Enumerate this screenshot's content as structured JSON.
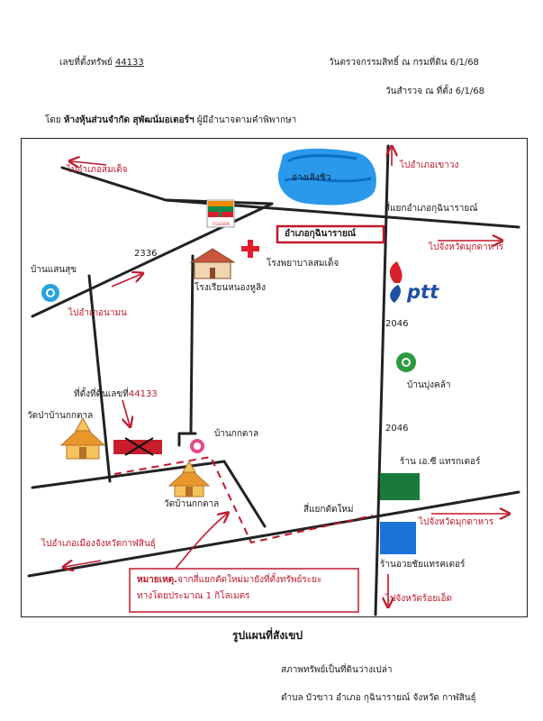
{
  "header": {
    "asset_label": "เลขที่ตั้งทรัพย์",
    "asset_number": "44133",
    "inspection_date": "วันตรวจกรรมสิทธิ์ ณ กรมที่ดิน 6/1/68",
    "survey_date": "วันสำรวจ ณ ที่ตั้ง 6/1/68",
    "owner_prefix": "โดย",
    "owner_name": "ห้างหุ้นส่วนจำกัด สุพัฒน์มอเตอร์ฯ",
    "owner_suffix": "ผู้มีอำนาจตามคำพิพากษา"
  },
  "map": {
    "labels": {
      "to_somdet": "ไปอำเภอสมเด็จ",
      "reservoir": "อ่างเลิงชิว",
      "to_khaowong": "ไปอำเภอเขาวง",
      "kuchinarai_junction": "สี่แยกอำเภอกุฉินารายณ์",
      "district_office": "อำเภอกุฉินารายณ์",
      "to_mukdahan_1": "ไปจังหวัดมุกดาหาร",
      "road_2336": "2336",
      "hospital": "โรงพยาบาลสมเด็จ",
      "school": "โรงเรียนหนองหูลิง",
      "ban_saensuk": "บ้านแสนสุข",
      "to_namon": "ไปอำเภอนามน",
      "ptt": "ptt",
      "road_2046_a": "2046",
      "ban_bungkhla": "บ้านบุ่งคล้า",
      "parcel_prefix": "ที่ตั้งที่ดินเลขที่",
      "parcel_number": "44133",
      "wat_pa": "วัดป่าบ้านกกตาล",
      "ban_koktan": "บ้านกกตาล",
      "road_2046_b": "2046",
      "ec_tractor": "ร้าน เอ.ซี แทรกเตอร์",
      "wat_koktan": "วัดบ้านกกตาล",
      "new_junction": "สี่แยกตัดใหม่",
      "to_kalasin": "ไปอำเภอเมืองจังหวัดกาฬสินธุ์",
      "to_mukdahan_2": "ไปจังหวัดมุกดาหาร",
      "uaychai_tractor": "ร้านอวยชัยแทรคเตอร์",
      "to_roiet": "ไปจังหวัดร้อยเอ็ด",
      "seven_eleven": "7-ELEVEN"
    },
    "note": {
      "prefix": "หมายเหตุ.",
      "line1": "จากสี่แยกตัดใหม่มายังที่ตั้งทรัพย์ระยะ",
      "line2": "ทางโดยประมาณ 1 กิโลเมตร"
    },
    "colors": {
      "route": "#c0182c",
      "reservoir": "#1f93ea",
      "shop_green": "#1a7a3c",
      "shop_blue": "#1a73d8",
      "ptt_blue": "#1f4fa3"
    }
  },
  "footer": {
    "caption": "รูปแผนที่สังเขป",
    "status": "สภาพทรัพย์เป็นที่ดินว่างเปล่า",
    "location_prefix1": "ตำบล",
    "subdistrict": "บัวขาว",
    "location_prefix2": "อำเภอ",
    "district": "กุฉินารายณ์",
    "location_prefix3": "จังหวัด",
    "province": "กาฬสินธุ์"
  }
}
